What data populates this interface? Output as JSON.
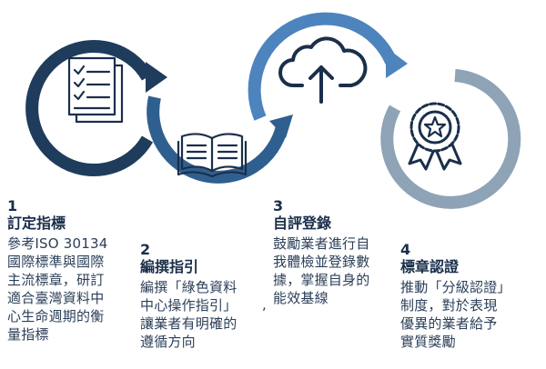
{
  "steps": [
    {
      "number": "1",
      "title": "訂定指標",
      "desc": "參考ISO 30134\n國際標準與國際\n主流標章，研訂\n適合臺灣資料中\n心生命週期的衡\n量指標",
      "icon": "document-checklist-icon"
    },
    {
      "number": "2",
      "title": "編撰指引",
      "desc": "編撰「綠色資料\n中心操作指引」\n讓業者有明確的\n遵循方向",
      "icon": "open-book-icon"
    },
    {
      "number": "3",
      "title": "自評登錄",
      "desc": "鼓勵業者進行自\n我體檢並登錄數\n據，掌握自身的\n能效基線",
      "icon": "cloud-upload-icon"
    },
    {
      "number": "4",
      "title": "標章認證",
      "desc": "推動「分級認證」\n制度，對於表現\n優異的業者給予\n實質獎勵",
      "icon": "award-ribbon-icon"
    }
  ],
  "stray_mark": ",",
  "colors": {
    "dark_blue": "#1f3c5c",
    "mid_blue": "#2f5f8f",
    "light_blue": "#4d84bd",
    "gray_blue": "#8fa3b7",
    "text": "#1a2f4a"
  }
}
